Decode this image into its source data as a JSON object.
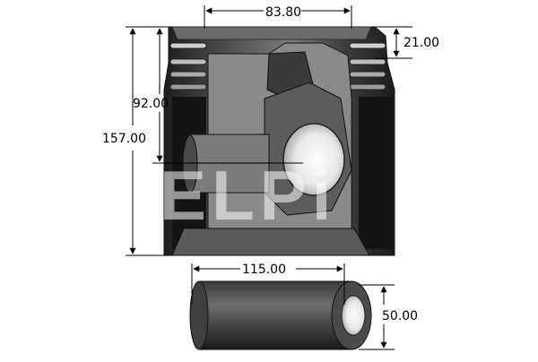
{
  "piston": {
    "dim_bore_spacing": "83.80",
    "dim_ring_top": "21.00",
    "dim_pin_height": "92.00",
    "dim_total_height": "157.00"
  },
  "pin": {
    "dim_length": "115.00",
    "dim_diameter": "50.00"
  },
  "watermark": "ELPi",
  "colors": {
    "steel_dark": "#2b2b2b",
    "steel_mid": "#5a5a5a",
    "steel_light": "#cfcfcf",
    "dimension_line": "#000000"
  }
}
